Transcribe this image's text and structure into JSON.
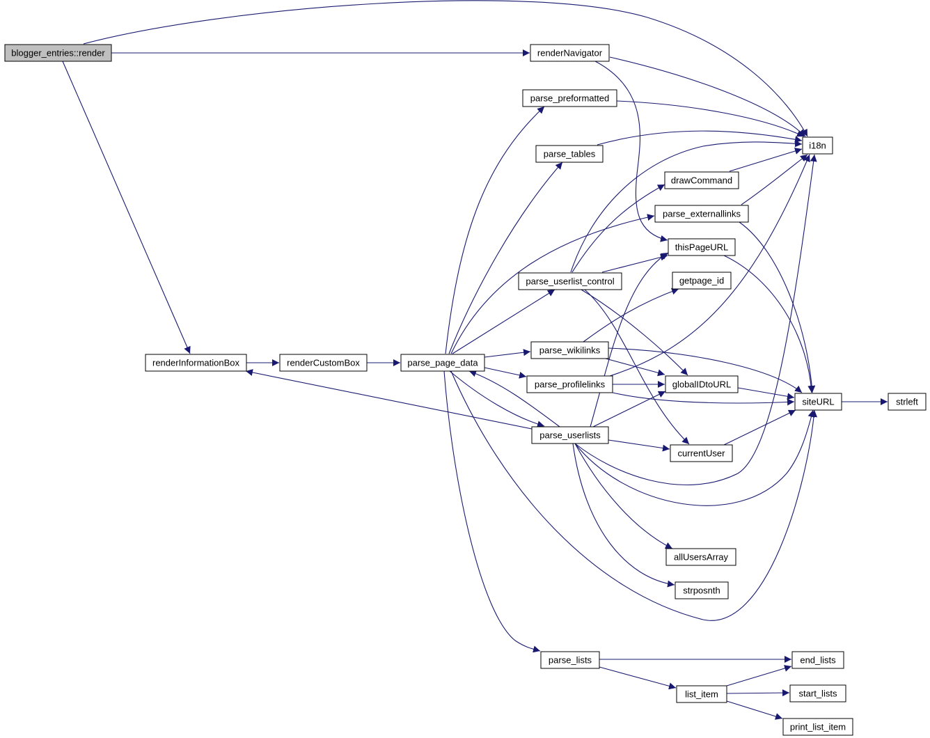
{
  "graph": {
    "edge_color": "#191970",
    "root_fill": "#bfbfbf",
    "nodes": [
      {
        "id": "blogger_entries_render",
        "label": "blogger_entries::render",
        "root": true
      },
      {
        "id": "renderNavigator",
        "label": "renderNavigator"
      },
      {
        "id": "parse_preformatted",
        "label": "parse_preformatted"
      },
      {
        "id": "parse_tables",
        "label": "parse_tables"
      },
      {
        "id": "i18n",
        "label": "i18n"
      },
      {
        "id": "drawCommand",
        "label": "drawCommand"
      },
      {
        "id": "parse_externallinks",
        "label": "parse_externallinks"
      },
      {
        "id": "thisPageURL",
        "label": "thisPageURL"
      },
      {
        "id": "parse_userlist_control",
        "label": "parse_userlist_control"
      },
      {
        "id": "getpage_id",
        "label": "getpage_id"
      },
      {
        "id": "renderInformationBox",
        "label": "renderInformationBox"
      },
      {
        "id": "renderCustomBox",
        "label": "renderCustomBox"
      },
      {
        "id": "parse_page_data",
        "label": "parse_page_data"
      },
      {
        "id": "parse_wikilinks",
        "label": "parse_wikilinks"
      },
      {
        "id": "parse_profilelinks",
        "label": "parse_profilelinks"
      },
      {
        "id": "globalIDtoURL",
        "label": "globalIDtoURL"
      },
      {
        "id": "siteURL",
        "label": "siteURL"
      },
      {
        "id": "strleft",
        "label": "strleft"
      },
      {
        "id": "parse_userlists",
        "label": "parse_userlists"
      },
      {
        "id": "currentUser",
        "label": "currentUser"
      },
      {
        "id": "allUsersArray",
        "label": "allUsersArray"
      },
      {
        "id": "strposnth",
        "label": "strposnth"
      },
      {
        "id": "parse_lists",
        "label": "parse_lists"
      },
      {
        "id": "end_lists",
        "label": "end_lists"
      },
      {
        "id": "list_item",
        "label": "list_item"
      },
      {
        "id": "start_lists",
        "label": "start_lists"
      },
      {
        "id": "print_list_item",
        "label": "print_list_item"
      }
    ],
    "edges": [
      {
        "from": "blogger_entries_render",
        "to": "i18n"
      },
      {
        "from": "blogger_entries_render",
        "to": "renderNavigator"
      },
      {
        "from": "blogger_entries_render",
        "to": "renderInformationBox"
      },
      {
        "from": "renderNavigator",
        "to": "i18n"
      },
      {
        "from": "renderNavigator",
        "to": "thisPageURL"
      },
      {
        "from": "parse_preformatted",
        "to": "i18n"
      },
      {
        "from": "parse_tables",
        "to": "i18n"
      },
      {
        "from": "drawCommand",
        "to": "i18n"
      },
      {
        "from": "parse_externallinks",
        "to": "i18n"
      },
      {
        "from": "parse_externallinks",
        "to": "siteURL"
      },
      {
        "from": "thisPageURL",
        "to": "siteURL"
      },
      {
        "from": "parse_userlist_control",
        "to": "i18n"
      },
      {
        "from": "parse_userlist_control",
        "to": "drawCommand"
      },
      {
        "from": "parse_userlist_control",
        "to": "thisPageURL"
      },
      {
        "from": "parse_userlist_control",
        "to": "globalIDtoURL"
      },
      {
        "from": "parse_userlist_control",
        "to": "currentUser"
      },
      {
        "from": "renderInformationBox",
        "to": "renderCustomBox"
      },
      {
        "from": "renderCustomBox",
        "to": "parse_page_data"
      },
      {
        "from": "parse_page_data",
        "to": "parse_preformatted"
      },
      {
        "from": "parse_page_data",
        "to": "parse_tables"
      },
      {
        "from": "parse_page_data",
        "to": "parse_externallinks"
      },
      {
        "from": "parse_page_data",
        "to": "parse_userlist_control"
      },
      {
        "from": "parse_page_data",
        "to": "parse_wikilinks"
      },
      {
        "from": "parse_page_data",
        "to": "parse_profilelinks"
      },
      {
        "from": "parse_page_data",
        "to": "parse_userlists"
      },
      {
        "from": "parse_page_data",
        "to": "siteURL"
      },
      {
        "from": "parse_page_data",
        "to": "parse_lists"
      },
      {
        "from": "parse_wikilinks",
        "to": "getpage_id"
      },
      {
        "from": "parse_wikilinks",
        "to": "globalIDtoURL"
      },
      {
        "from": "parse_wikilinks",
        "to": "siteURL"
      },
      {
        "from": "parse_profilelinks",
        "to": "globalIDtoURL"
      },
      {
        "from": "parse_profilelinks",
        "to": "i18n"
      },
      {
        "from": "parse_profilelinks",
        "to": "siteURL"
      },
      {
        "from": "globalIDtoURL",
        "to": "siteURL"
      },
      {
        "from": "siteURL",
        "to": "strleft"
      },
      {
        "from": "parse_userlists",
        "to": "renderInformationBox"
      },
      {
        "from": "parse_userlists",
        "to": "parse_page_data"
      },
      {
        "from": "parse_userlists",
        "to": "thisPageURL"
      },
      {
        "from": "parse_userlists",
        "to": "globalIDtoURL"
      },
      {
        "from": "parse_userlists",
        "to": "currentUser"
      },
      {
        "from": "parse_userlists",
        "to": "i18n"
      },
      {
        "from": "parse_userlists",
        "to": "siteURL"
      },
      {
        "from": "parse_userlists",
        "to": "allUsersArray"
      },
      {
        "from": "parse_userlists",
        "to": "strposnth"
      },
      {
        "from": "currentUser",
        "to": "siteURL"
      },
      {
        "from": "parse_lists",
        "to": "end_lists"
      },
      {
        "from": "parse_lists",
        "to": "list_item"
      },
      {
        "from": "list_item",
        "to": "end_lists"
      },
      {
        "from": "list_item",
        "to": "start_lists"
      },
      {
        "from": "list_item",
        "to": "print_list_item"
      }
    ]
  }
}
